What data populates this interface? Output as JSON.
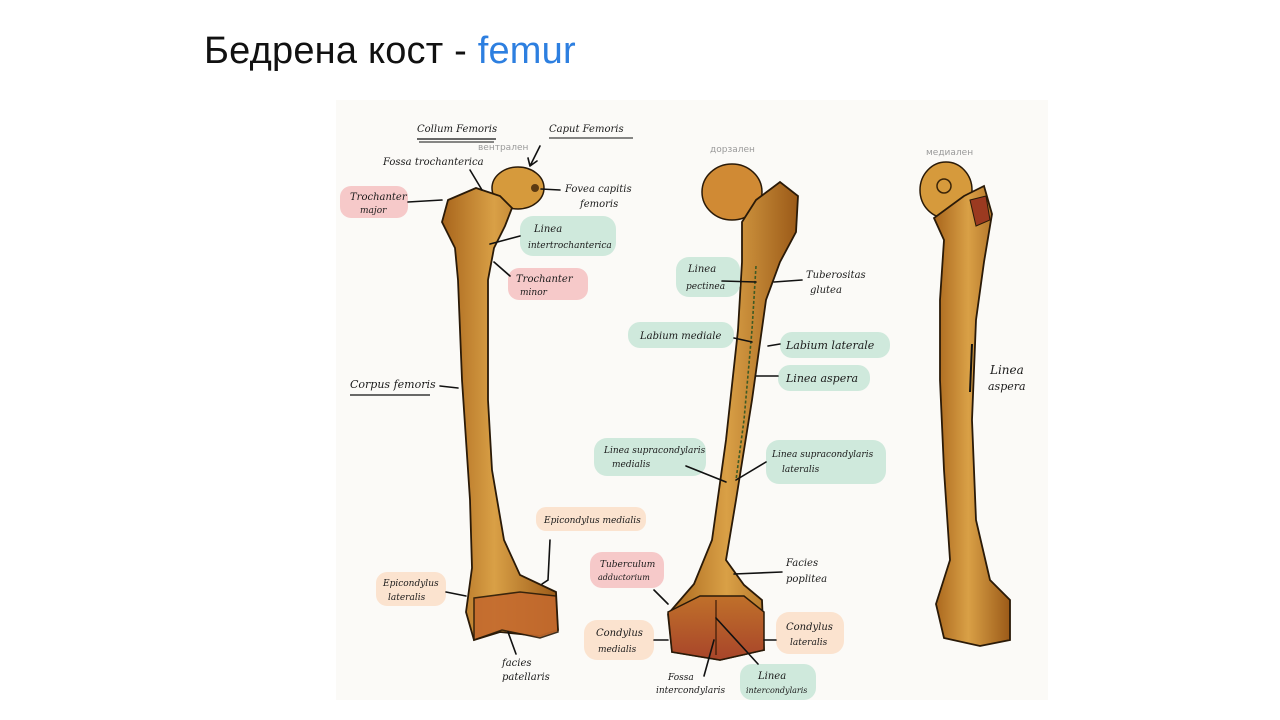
{
  "title": {
    "main": "Бедрена кост - ",
    "accent": "femur"
  },
  "colors": {
    "accent": "#2d7fe0",
    "bone": "#c98a2e",
    "bone_dark": "#8a4f14",
    "label_pink": "#f6c9c9",
    "label_green": "#cfe9dc",
    "label_peach": "#fbe3cf"
  },
  "views": {
    "anterior": "вентрален",
    "posterior": "дорзален",
    "medial": "медиален"
  },
  "labels": {
    "collum_femoris": "Collum Femoris",
    "caput_femoris": "Caput Femoris",
    "fossa_trochanterica": "Fossa trochanterica",
    "fovea_line1": "Fovea capitis",
    "fovea_line2": "femoris",
    "trochanter_major_line1": "Trochanter",
    "trochanter_major_line2": "major",
    "linea_intertrochanterica_line1": "Linea",
    "linea_intertrochanterica_line2": "intertrochanterica",
    "trochanter_minor_line1": "Trochanter",
    "trochanter_minor_line2": "minor",
    "corpus_femoris": "Corpus femoris",
    "epicondylus_medialis": "Epicondylus medialis",
    "epicondylus_lateralis_line1": "Epicondylus",
    "epicondylus_lateralis_line2": "lateralis",
    "facies_patellaris_line1": "facies",
    "facies_patellaris_line2": "patellaris",
    "linea_pectinea_line1": "Linea",
    "linea_pectinea_line2": "pectinea",
    "tuberositas_glutea_line1": "Tuberositas",
    "tuberositas_glutea_line2": "glutea",
    "labium_mediale": "Labium mediale",
    "labium_laterale": "Labium laterale",
    "linea_aspera": "Linea aspera",
    "linea_supracondylaris_medialis_line1": "Linea supracondylaris",
    "linea_supracondylaris_medialis_line2": "medialis",
    "linea_supracondylaris_lateralis_line1": "Linea supracondylaris",
    "linea_supracondylaris_lateralis_line2": "lateralis",
    "tuberculum_adductorium_line1": "Tuberculum",
    "tuberculum_adductorium_line2": "adductorium",
    "facies_poplitea_line1": "Facies",
    "facies_poplitea_line2": "poplitea",
    "condylus_medialis_line1": "Condylus",
    "condylus_medialis_line2": "medialis",
    "condylus_lateralis_line1": "Condylus",
    "condylus_lateralis_line2": "lateralis",
    "fossa_intercondylaris_line1": "Fossa",
    "fossa_intercondylaris_line2": "intercondylaris",
    "linea_intercondylaris_line1": "Linea",
    "linea_intercondylaris_line2": "intercondylaris",
    "linea_aspera_medial_line1": "Linea",
    "linea_aspera_medial_line2": "aspera"
  }
}
